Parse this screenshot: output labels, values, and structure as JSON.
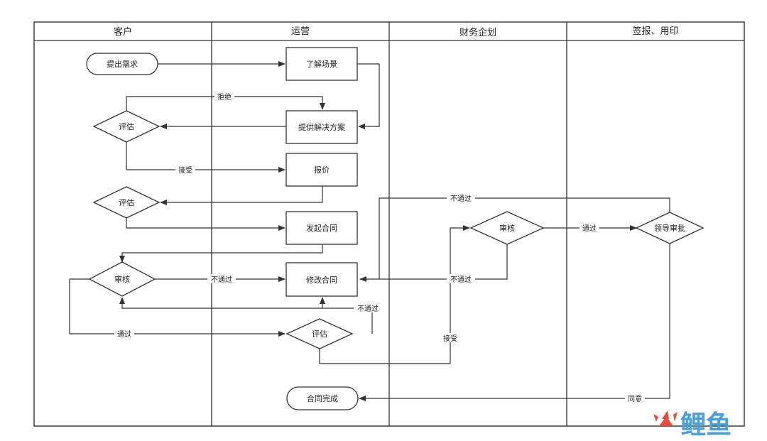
{
  "lanes": [
    "客户",
    "运营",
    "财务企划",
    "签报、用印"
  ],
  "nodes": {
    "propose_demand": "提出需求",
    "understand_scenario": "了解场景",
    "provide_solution": "提供解决方案",
    "evaluate_1": "评估",
    "quote": "报价",
    "evaluate_2": "评估",
    "initiate_contract": "发起合同",
    "review_customer": "审核",
    "modify_contract": "修改合同",
    "evaluate_3": "评估",
    "review_finance": "审核",
    "leader_approval": "领导审批",
    "contract_complete": "合同完成"
  },
  "edge_labels": {
    "reject": "拒绝",
    "accept_1": "接受",
    "not_pass_1": "不通过",
    "not_pass_2": "不通过",
    "pass_1": "通过",
    "not_pass_3": "不通过",
    "not_pass_4": "不通过",
    "accept_2": "接受",
    "pass_2": "通过",
    "agree": "同意"
  },
  "watermark": "鲤鱼"
}
